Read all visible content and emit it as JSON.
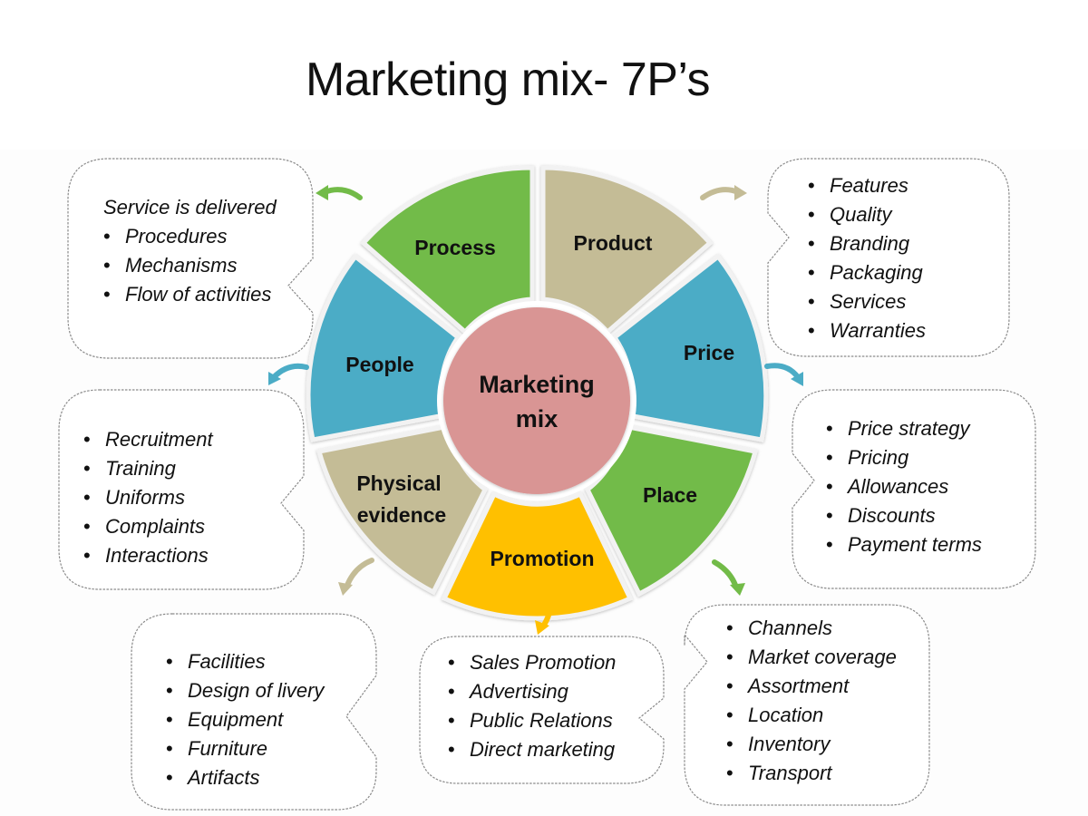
{
  "title": "Marketing mix- 7P’s",
  "center": {
    "line1": "Marketing",
    "line2": "mix",
    "color": "#D99594"
  },
  "segments": [
    {
      "key": "process",
      "label": "Process",
      "color": "#72BB48"
    },
    {
      "key": "product",
      "label": "Product",
      "color": "#C4BC96"
    },
    {
      "key": "price",
      "label": "Price",
      "color": "#4BACC6"
    },
    {
      "key": "place",
      "label": "Place",
      "color": "#72BB48"
    },
    {
      "key": "promotion",
      "label": "Promotion",
      "color": "#FFC000"
    },
    {
      "key": "physical",
      "label_line1": "Physical",
      "label_line2": "evidence",
      "color": "#C4BC96"
    },
    {
      "key": "people",
      "label": "People",
      "color": "#4BACC6"
    }
  ],
  "callouts": {
    "process": {
      "heading": "Service is delivered",
      "items": [
        "Procedures",
        "Mechanisms",
        "Flow of activities"
      ]
    },
    "product": {
      "items": [
        "Features",
        "Quality",
        "Branding",
        "Packaging",
        "Services",
        "Warranties"
      ]
    },
    "price": {
      "items": [
        "Price strategy",
        "Pricing",
        "Allowances",
        "Discounts",
        "Payment terms"
      ]
    },
    "place": {
      "items": [
        "Channels",
        "Market coverage",
        "Assortment",
        "Location",
        "Inventory",
        "Transport"
      ]
    },
    "promotion": {
      "items": [
        "Sales Promotion",
        "Advertising",
        "Public Relations",
        "Direct marketing"
      ]
    },
    "physical": {
      "items": [
        "Facilities",
        "Design of livery",
        "Equipment",
        "Furniture",
        "Artifacts"
      ]
    },
    "people": {
      "items": [
        "Recruitment",
        "Training",
        "Uniforms",
        "Complaints",
        "Interactions"
      ]
    }
  }
}
